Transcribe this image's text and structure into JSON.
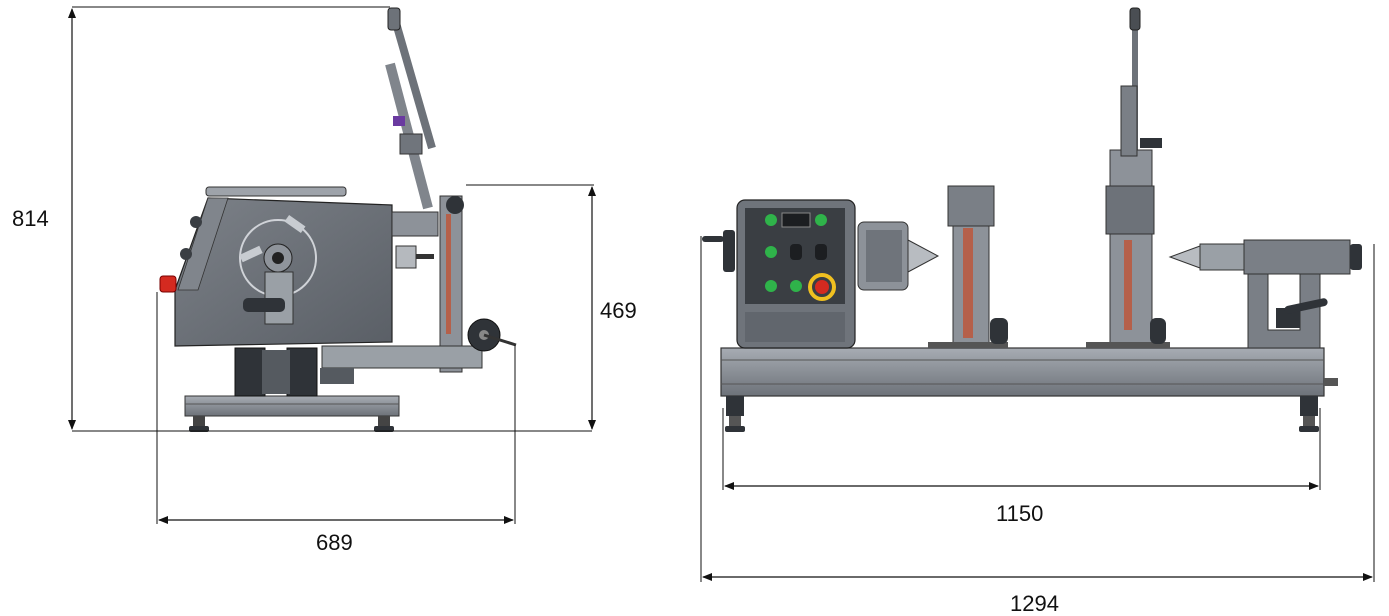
{
  "dimensions": {
    "side_height_total": "814",
    "side_height_partial": "469",
    "side_depth": "689",
    "front_inner_width": "1150",
    "front_overall_width": "1294"
  },
  "colors": {
    "frame": "#8d9299",
    "frame_dark": "#5c6168",
    "panel": "#6f747b",
    "dark": "#2f3338",
    "line": "#111111",
    "green_button": "#2fb34a",
    "red_button": "#d42a20",
    "yellow_ring": "#f0c020",
    "purple": "#6a3aa0",
    "copper": "#b5604a"
  },
  "icons": {
    "emergency_stop": "emergency-stop-icon",
    "green_buttons": "green-button-icon",
    "display": "display-icon"
  }
}
